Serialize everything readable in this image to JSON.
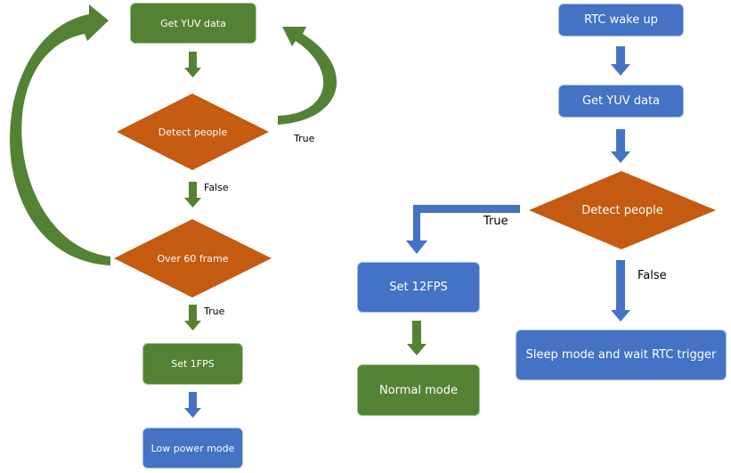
{
  "colors": {
    "green": "#548235",
    "blue": "#4472c4",
    "orange": "#c55a11",
    "arrow_green": "#548235",
    "arrow_blue": "#4472c4"
  },
  "left_flow": {
    "get_yuv": "Get YUV data",
    "detect_people": "Detect people",
    "over_frames": "Over 60 frame",
    "set_fps": "Set 1FPS",
    "low_power": "Low power mode",
    "label_true_loop": "True",
    "label_false": "False",
    "label_true": "True"
  },
  "right_flow": {
    "rtc_wake": "RTC wake up",
    "get_yuv": "Get YUV data",
    "detect_people": "Detect people",
    "set_fps": "Set 12FPS",
    "normal_mode": "Normal mode",
    "sleep_mode": "Sleep mode and wait RTC trigger",
    "label_true": "True",
    "label_false": "False"
  }
}
